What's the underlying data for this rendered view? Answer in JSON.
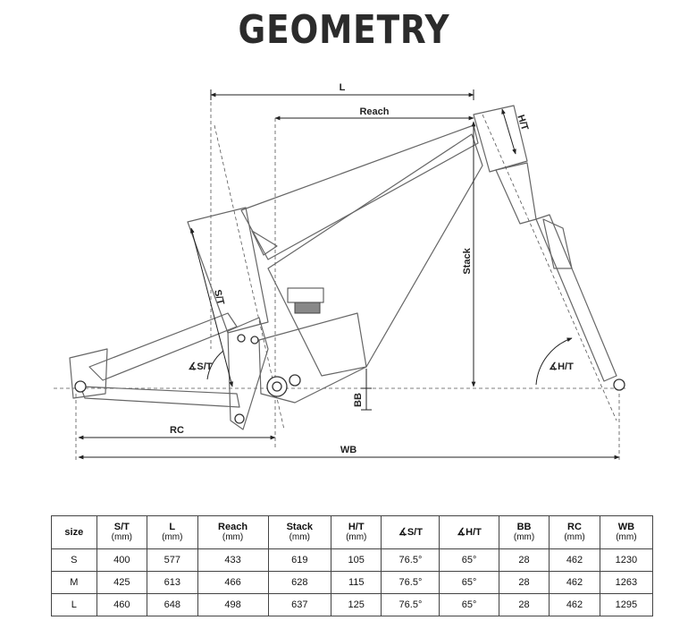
{
  "title": "GEOMETRY",
  "diagram_labels": {
    "L": "L",
    "reach": "Reach",
    "ht": "H/T",
    "stack": "Stack",
    "st": "S/T",
    "st_angle": "∡S/T",
    "ht_angle": "∡H/T",
    "bb": "BB",
    "rc": "RC",
    "wb": "WB"
  },
  "table": {
    "headers": [
      {
        "label": "size",
        "unit": ""
      },
      {
        "label": "S/T",
        "unit": "(mm)"
      },
      {
        "label": "L",
        "unit": "(mm)"
      },
      {
        "label": "Reach",
        "unit": "(mm)"
      },
      {
        "label": "Stack",
        "unit": "(mm)"
      },
      {
        "label": "H/T",
        "unit": "(mm)"
      },
      {
        "label": "∡S/T",
        "unit": ""
      },
      {
        "label": "∡H/T",
        "unit": ""
      },
      {
        "label": "BB",
        "unit": "(mm)"
      },
      {
        "label": "RC",
        "unit": "(mm)"
      },
      {
        "label": "WB",
        "unit": "(mm)"
      }
    ],
    "rows": [
      [
        "S",
        "400",
        "577",
        "433",
        "619",
        "105",
        "76.5°",
        "65°",
        "28",
        "462",
        "1230"
      ],
      [
        "M",
        "425",
        "613",
        "466",
        "628",
        "115",
        "76.5°",
        "65°",
        "28",
        "462",
        "1263"
      ],
      [
        "L",
        "460",
        "648",
        "498",
        "637",
        "125",
        "76.5°",
        "65°",
        "28",
        "462",
        "1295"
      ]
    ]
  }
}
